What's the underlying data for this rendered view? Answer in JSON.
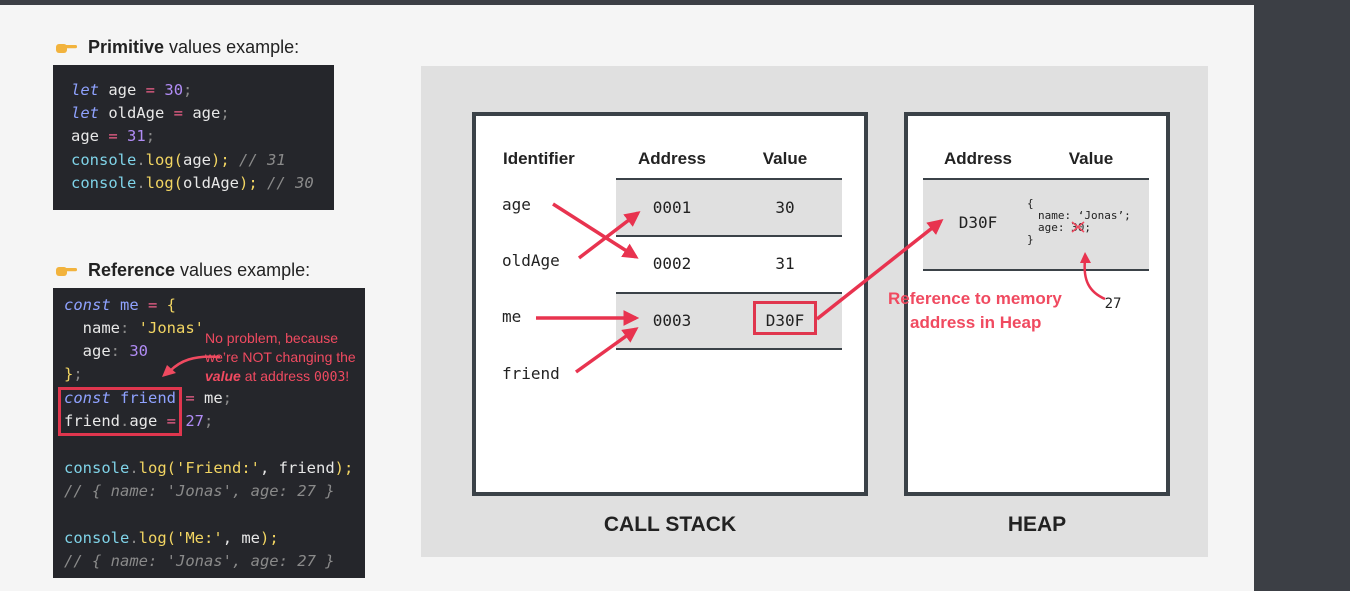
{
  "primitive_heading": {
    "bold": "Primitive",
    "rest": " values example:"
  },
  "reference_heading": {
    "bold": "Reference",
    "rest": " values example:"
  },
  "primitive_code": {
    "l1": {
      "a": "let",
      "b": " age ",
      "c": "=",
      "d": " ",
      "e": "30",
      "f": ";"
    },
    "l2": {
      "a": "let",
      "b": " oldAge ",
      "c": "=",
      "d": " age",
      "f": ";"
    },
    "l3": {
      "b": "age ",
      "c": "=",
      "d": " ",
      "e": "31",
      "f": ";"
    },
    "l4": {
      "a": "console",
      "b": ".",
      "c": "log",
      "d": "(",
      "e": "age",
      "f": ");",
      "g": " // 31"
    },
    "l5": {
      "a": "console",
      "b": ".",
      "c": "log",
      "d": "(",
      "e": "oldAge",
      "f": ");",
      "g": " // 30"
    }
  },
  "reference_code": {
    "l1": {
      "a": "const",
      "b": " me ",
      "c": "=",
      "d": " {"
    },
    "l2": {
      "a": "  name",
      "b": ": ",
      "c": "'Jonas'",
      "d": ","
    },
    "l3": {
      "a": "  age",
      "b": ": ",
      "c": "30"
    },
    "l4": {
      "a": "}",
      "b": ";"
    },
    "l5": {
      "a": "const",
      "b": " friend",
      "c": " = ",
      "d": "me",
      "e": ";"
    },
    "l6": {
      "a": "friend",
      "b": ".",
      "c": "age",
      "d": " = ",
      "e": "27",
      "f": ";"
    },
    "l7": {
      "a": "console",
      "b": ".",
      "c": "log",
      "d": "(",
      "e": "'Friend:'",
      "f": ", friend",
      "g": ");"
    },
    "l8": "// { name: 'Jonas', age: 27 }",
    "l9": {
      "a": "console",
      "b": ".",
      "c": "log",
      "d": "(",
      "e": "'Me:'",
      "f": ", me",
      "g": ");"
    },
    "l10": "// { name: 'Jonas', age: 27 }"
  },
  "annotation": {
    "line1": "No problem, because",
    "line2": "we’re NOT changing the",
    "value_word": "value",
    "at_text": " at address ",
    "address": "0003",
    "end": "!"
  },
  "call_stack": {
    "label": "CALL STACK",
    "headers": {
      "identifier": "Identifier",
      "address": "Address",
      "value": "Value"
    },
    "rows": [
      {
        "identifier": "age",
        "address": "0001",
        "value": "30"
      },
      {
        "identifier": "oldAge",
        "address": "0002",
        "value": "31"
      },
      {
        "identifier": "me",
        "address": "0003",
        "value": "D30F"
      },
      {
        "identifier": "friend"
      }
    ]
  },
  "heap": {
    "label": "HEAP",
    "headers": {
      "address": "Address",
      "value": "Value"
    },
    "address": "D30F",
    "object": {
      "open": "{",
      "name_line": "name: ‘Jonas’;",
      "age_key": "age: ",
      "age_old": "30",
      "age_end": ";",
      "close": "}"
    },
    "new_value": "27"
  },
  "reference_label": {
    "line1": "Reference to memory",
    "line2": "address in Heap"
  },
  "colors": {
    "accent_red": "#e0364e",
    "hand": "#f2b33d",
    "code_bg": "#25262b",
    "border": "#3b4248"
  }
}
